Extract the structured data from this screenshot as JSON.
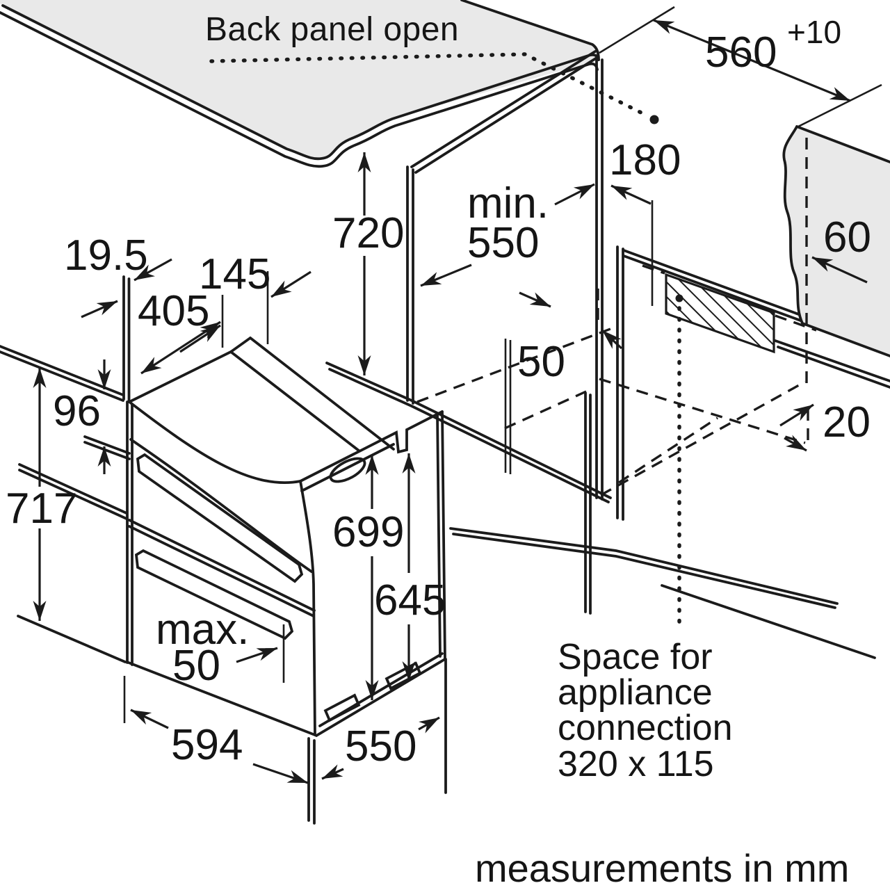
{
  "diagram": {
    "back_panel_note": "Back panel open",
    "footer": "measurements in mm",
    "connection_note": [
      "Space for",
      "appliance",
      "connection",
      "320 x 115"
    ],
    "dims": {
      "niche_width": "560",
      "niche_width_tolerance": "+10",
      "hob_gap": "180",
      "min_depth_prefix": "min.",
      "min_depth": "550",
      "side_clearance": "60",
      "niche_height": "720",
      "rear_gap": "50",
      "bottom_rear_gap": "20",
      "panel_thickness": "19.5",
      "top_rear_depth": "405",
      "top_front_depth": "145",
      "front_gap": "96",
      "total_height": "717",
      "oven_height": "699",
      "oven_lower_height": "645",
      "handle_depth_prefix": "max.",
      "handle_depth": "50",
      "oven_width": "594",
      "oven_depth": "550"
    },
    "colors": {
      "line": "#1b1b1b",
      "surface": "#e9e9e9"
    }
  }
}
